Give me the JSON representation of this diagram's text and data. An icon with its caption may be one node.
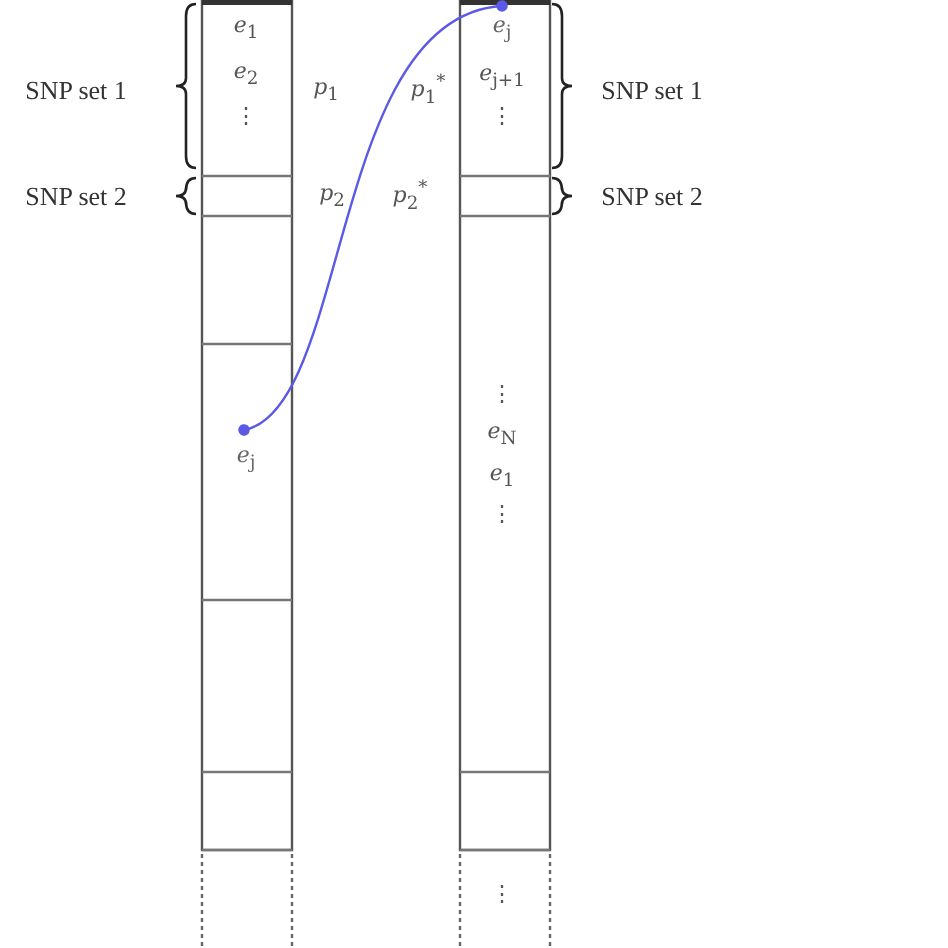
{
  "diagram": {
    "nodes": [
      {
        "text": [
          "*e*$_{j}$"
        ]
      },
      {
        "text": [
          "*e*$_{j}$"
        ]
      }
    ],
    "edges": [
      {
        "from": 0,
        "to": 1,
        "arrow": "other",
        "color": "#5a5ae6"
      }
    ],
    "labels": [
      "*e*$_{1}$",
      "SNP set 1",
      "*e*$_{2}$",
      "*p*$_{1}$",
      "*p*$_{1}$$^{*}$",
      "*e*$_{j+1}$",
      "SNP set 1",
      "⋮",
      "⋮",
      "SNP set 2",
      "*p*$_{2}$",
      "*p*$_{2}$$^{*}$",
      "SNP set 2",
      "⋮",
      "*e*$_{N}$",
      "*e*$_{1}$",
      "⋮",
      "⋮"
    ]
  }
}
